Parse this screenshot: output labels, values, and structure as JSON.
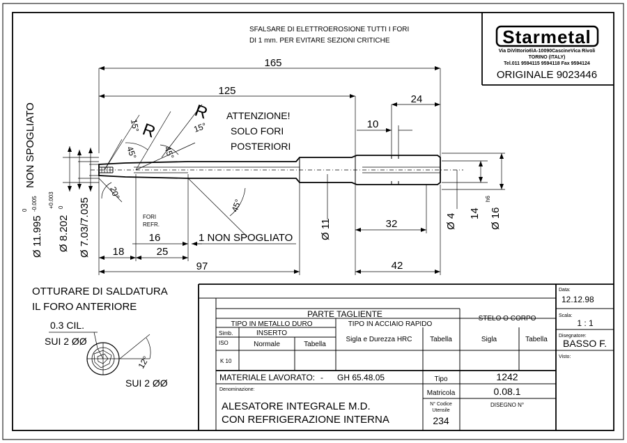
{
  "notes": {
    "top_line1": "SFALSARE DI ELETTROEROSIONE TUTTI I FORI",
    "top_line2": "DI 1 mm. PER EVITARE SEZIONI CRITICHE",
    "attention_line1": "ATTENZIONE!",
    "attention_line2": "SOLO FORI",
    "attention_line3": "POSTERIORI",
    "front_hole_line1": "OTTURARE DI SALDATURA",
    "front_hole_line2": "IL FORO ANTERIORE",
    "holes_ref_line1": "FORI",
    "holes_ref_line2": "REFR.",
    "cil": "0.3 CIL.",
    "sui_left": "SUI 2 ØØ",
    "sui_right": "SUI 2 ØØ",
    "non_spogliato_side": "NON SPOGLIATO",
    "non_spogliato_bottom": "1 NON SPOGLIATO"
  },
  "company": {
    "logo": "Starmetal",
    "address": "Via DiVittorio6\\A-10090CascineVica Rivoli",
    "city": "TORINO  (ITALY)",
    "phone": "Tel.011 9594115 9594118 Fax 9594124",
    "original": "ORIGINALE 9023446"
  },
  "dimensions": {
    "d165": "165",
    "d125": "125",
    "d24": "24",
    "d10": "10",
    "d32": "32",
    "d42": "42",
    "d97": "97",
    "d18": "18",
    "d25": "25",
    "d16": "16",
    "ang15a": "15°",
    "ang15b": "15°",
    "ang45a": "45°",
    "ang45b": "45°",
    "ang45c": "45°",
    "ang20": "20°",
    "ang12": "12°",
    "r1": "R",
    "r2": "R",
    "dia11": "Ø 11",
    "dia4": "Ø 4",
    "dim14": "14",
    "dia16": "Ø 16",
    "tol_h6": "h6",
    "dia11995": "Ø 11.995",
    "tol_11995_up": "0",
    "tol_11995_low": "-0.005",
    "dia8202": "Ø 8.202",
    "tol_8202_up": "+0.003",
    "tol_8202_low": "0",
    "dia703": "Ø 7.03/7.035"
  },
  "table": {
    "parte_tagliente": "PARTE TAGLIENTE",
    "tipo_metallo": "TIPO IN METALLO DURO",
    "tipo_acciaio": "TIPO IN ACCIAIO RAPIDO",
    "stelo": "STELO O CORPO",
    "simb": "Simb.",
    "iso": "ISO",
    "inserto": "INSERTO",
    "normale": "Normale",
    "tabella1": "Tabella",
    "sigla_durezza": "Sigla e Durezza HRC",
    "tabella2": "Tabella",
    "sigla": "Sigla",
    "tabella3": "Tabella",
    "k10": "K 10",
    "materiale_label": "MATERIALE LAVORATO:",
    "materiale_dash": "-",
    "materiale_value": "GH 65.48.05",
    "tipo_label": "Tipo",
    "tipo_value": "1242",
    "denominazione_label": "Denominazione:",
    "matricola_label": "Matricola",
    "matricola_value": "0.08.1",
    "codice_label1": "N° Codice",
    "codice_label2": "Utensile",
    "codice_value": "234",
    "disegno_label": "DISEGNO N°",
    "title_line1": "ALESATORE INTEGRALE M.D.",
    "title_line2": "CON REFRIGERAZIONE INTERNA",
    "data_label": "Data:",
    "data_value": "12.12.98",
    "scala_label": "Scala:",
    "scala_value": "1 : 1",
    "disegnatore_label": "Disegnatore:",
    "disegnatore_value": "BASSO F.",
    "visto_label": "Visto:"
  }
}
